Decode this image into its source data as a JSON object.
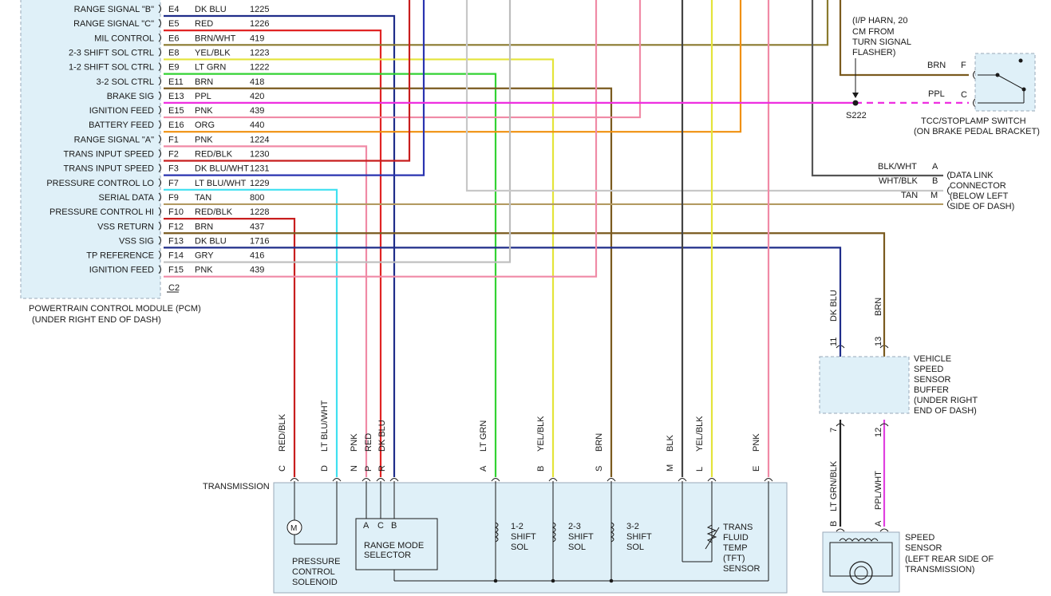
{
  "pcm": {
    "label_line1": "POWERTRAIN CONTROL MODULE (PCM)",
    "label_line2": "(UNDER RIGHT END OF DASH)",
    "connector_end": "C2",
    "pins": [
      {
        "signal": "RANGE SIGNAL \"B\"",
        "pin": "E4",
        "color": "DK BLU",
        "circuit": "1225"
      },
      {
        "signal": "RANGE SIGNAL \"C\"",
        "pin": "E5",
        "color": "RED",
        "circuit": "1226"
      },
      {
        "signal": "MIL CONTROL",
        "pin": "E6",
        "color": "BRN/WHT",
        "circuit": "419"
      },
      {
        "signal": "2-3 SHIFT SOL CTRL",
        "pin": "E8",
        "color": "YEL/BLK",
        "circuit": "1223"
      },
      {
        "signal": "1-2 SHIFT SOL CTRL",
        "pin": "E9",
        "color": "LT GRN",
        "circuit": "1222"
      },
      {
        "signal": "3-2 SOL CTRL",
        "pin": "E11",
        "color": "BRN",
        "circuit": "418"
      },
      {
        "signal": "BRAKE SIG",
        "pin": "E13",
        "color": "PPL",
        "circuit": "420"
      },
      {
        "signal": "IGNITION FEED",
        "pin": "E15",
        "color": "PNK",
        "circuit": "439"
      },
      {
        "signal": "BATTERY FEED",
        "pin": "E16",
        "color": "ORG",
        "circuit": "440"
      },
      {
        "signal": "RANGE SIGNAL \"A\"",
        "pin": "F1",
        "color": "PNK",
        "circuit": "1224"
      },
      {
        "signal": "TRANS INPUT SPEED",
        "pin": "F2",
        "color": "RED/BLK",
        "circuit": "1230"
      },
      {
        "signal": "TRANS INPUT SPEED",
        "pin": "F3",
        "color": "DK BLU/WHT",
        "circuit": "1231"
      },
      {
        "signal": "PRESSURE CONTROL LO",
        "pin": "F7",
        "color": "LT BLU/WHT",
        "circuit": "1229"
      },
      {
        "signal": "SERIAL DATA",
        "pin": "F9",
        "color": "TAN",
        "circuit": "800"
      },
      {
        "signal": "PRESSURE CONTROL HI",
        "pin": "F10",
        "color": "RED/BLK",
        "circuit": "1228"
      },
      {
        "signal": "VSS RETURN",
        "pin": "F12",
        "color": "BRN",
        "circuit": "437"
      },
      {
        "signal": "VSS SIG",
        "pin": "F13",
        "color": "DK BLU",
        "circuit": "1716"
      },
      {
        "signal": "TP REFERENCE",
        "pin": "F14",
        "color": "GRY",
        "circuit": "416"
      },
      {
        "signal": "IGNITION FEED",
        "pin": "F15",
        "color": "PNK",
        "circuit": "439"
      }
    ]
  },
  "tcc_switch": {
    "lines": [
      "TCC/STOPLAMP SWITCH",
      "(ON BRAKE PEDAL BRACKET)"
    ],
    "pin_f": "F",
    "pin_c": "C",
    "wire_f": "BRN",
    "wire_c": "PPL"
  },
  "splice": {
    "name": "S222",
    "note_lines": [
      "(I/P HARN, 20",
      "CM FROM",
      "TURN SIGNAL",
      "FLASHER)"
    ]
  },
  "dlc": {
    "lines": [
      "DATA LINK",
      "CONNECTOR",
      "(BELOW LEFT",
      "SIDE OF DASH)"
    ],
    "pins": [
      {
        "wire": "BLK/WHT",
        "pin": "A"
      },
      {
        "wire": "WHT/BLK",
        "pin": "B"
      },
      {
        "wire": "TAN",
        "pin": "M"
      }
    ]
  },
  "vss_buffer": {
    "lines": [
      "VEHICLE",
      "SPEED",
      "SENSOR",
      "BUFFER",
      "(UNDER RIGHT",
      "END OF DASH)"
    ],
    "wire_in_1": "DK BLU",
    "pin_in_1": "11",
    "wire_in_2": "BRN",
    "pin_in_2": "13",
    "pin_out_1": "7",
    "pin_out_2": "12"
  },
  "speed_sensor": {
    "lines": [
      "SPEED",
      "SENSOR",
      "(LEFT REAR SIDE OF",
      "TRANSMISSION)"
    ],
    "wire_1": "LT GRN/BLK",
    "pin_1": "B",
    "wire_2": "PPL/WHT",
    "pin_2": "A"
  },
  "transmission": {
    "label": "TRANSMISSION",
    "pins": [
      {
        "pin": "C",
        "wire": "RED/BLK"
      },
      {
        "pin": "D",
        "wire": "LT BLU/WHT"
      },
      {
        "pin": "N",
        "wire": "PNK"
      },
      {
        "pin": "P",
        "wire": "RED"
      },
      {
        "pin": "R",
        "wire": "DK BLU"
      },
      {
        "pin": "A",
        "wire": "LT GRN"
      },
      {
        "pin": "B",
        "wire": "YEL/BLK"
      },
      {
        "pin": "S",
        "wire": "BRN"
      },
      {
        "pin": "M",
        "wire": "BLK"
      },
      {
        "pin": "L",
        "wire": "YEL/BLK"
      },
      {
        "pin": "E",
        "wire": "PNK"
      }
    ],
    "pcs_lines": [
      "PRESSURE",
      "CONTROL",
      "SOLENOID"
    ],
    "motor_symbol": "M",
    "rms_pins": [
      "A",
      "C",
      "B"
    ],
    "rms_lines": [
      "RANGE MODE",
      "SELECTOR"
    ],
    "sol_12": [
      "1-2",
      "SHIFT",
      "SOL"
    ],
    "sol_23": [
      "2-3",
      "SHIFT",
      "SOL"
    ],
    "sol_32": [
      "3-2",
      "SHIFT",
      "SOL"
    ],
    "tft_lines": [
      "TRANS",
      "FLUID",
      "TEMP",
      "(TFT)",
      "SENSOR"
    ]
  },
  "colors": {
    "DK BLU": "#1f2d8a",
    "RED": "#e02424",
    "BRN_WHT": "#8a7a2e",
    "YEL_BLK": "#e4e43a",
    "LT GRN": "#33d233",
    "BRN": "#7a5a1e",
    "PPL": "#ee2ee0",
    "PNK": "#f08aa6",
    "ORG": "#f0900e",
    "RED_BLK": "#c81e1e",
    "DK BLU_WHT": "#2a34b0",
    "LT BLU_WHT": "#3fe0f0",
    "TAN": "#b39a62",
    "GRY": "#bdbdbd",
    "BLK": "#444444",
    "BLK_WHT": "#555555",
    "WHT_BLK": "#c8c8c8",
    "LT GRN_BLK": "#222222",
    "PPL_WHT": "#e040e0",
    "BOX_FILL": "#dff0f8",
    "BOX_STROKE": "#9aa9b8"
  }
}
